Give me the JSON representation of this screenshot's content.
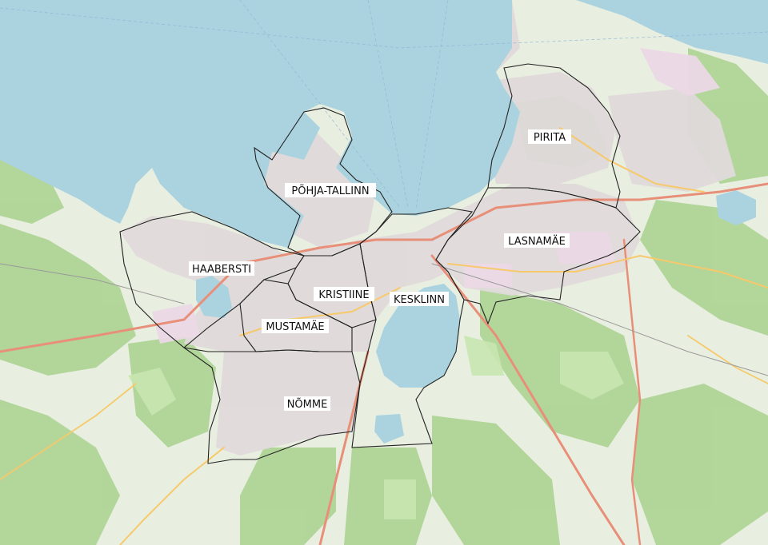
{
  "districts": [
    {
      "id": "pirita",
      "name": "PIRITA"
    },
    {
      "id": "pohja-tallinn",
      "name": "PÕHJA-TALLINN"
    },
    {
      "id": "lasnamae",
      "name": "LASNAMÄE"
    },
    {
      "id": "haabersti",
      "name": "HAABERSTI"
    },
    {
      "id": "kristiine",
      "name": "KRISTIINE"
    },
    {
      "id": "kesklinn",
      "name": "KESKLINN"
    },
    {
      "id": "mustamae",
      "name": "MUSTAMÄE"
    },
    {
      "id": "nomme",
      "name": "NÕMME"
    }
  ],
  "colors": {
    "sea": "#abd3df",
    "land": "#e8efe0",
    "forest": "#a9d18e",
    "park": "#c8e6b0",
    "urban": "#e6e1e1",
    "residential": "#ddd8d8",
    "industrial": "#ebd8e6",
    "motorway": "#e88f7a",
    "primary": "#f7c96b",
    "boundary": "#222222",
    "label_bg": "#ffffff"
  }
}
